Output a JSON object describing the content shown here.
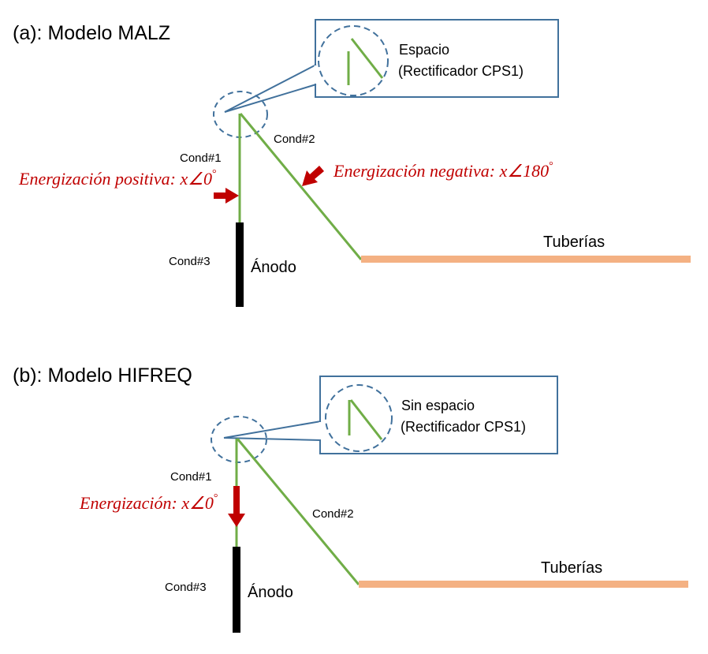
{
  "colors": {
    "conductor": "#70ad47",
    "anode": "#000000",
    "pipe": "#f4b183",
    "callout": "#41719c",
    "arrow": "#c00000"
  },
  "panel_a": {
    "title": "(a): Modelo MALZ",
    "callout_line1": "Espacio",
    "callout_line2": "(Rectificador CPS1)",
    "cond1": "Cond#1",
    "cond2": "Cond#2",
    "cond3": "Cond#3",
    "anode": "Ánodo",
    "pipes": "Tuberías",
    "energ_pos": "Energización positiva: x∠0",
    "energ_neg": "Energización negativa: x∠180",
    "degree": "°"
  },
  "panel_b": {
    "title": "(b): Modelo HIFREQ",
    "callout_line1": "Sin espacio",
    "callout_line2": "(Rectificador CPS1)",
    "cond1": "Cond#1",
    "cond2": "Cond#2",
    "cond3": "Cond#3",
    "anode": "Ánodo",
    "pipes": "Tuberías",
    "energ": "Energización: x∠0",
    "degree": "°"
  }
}
